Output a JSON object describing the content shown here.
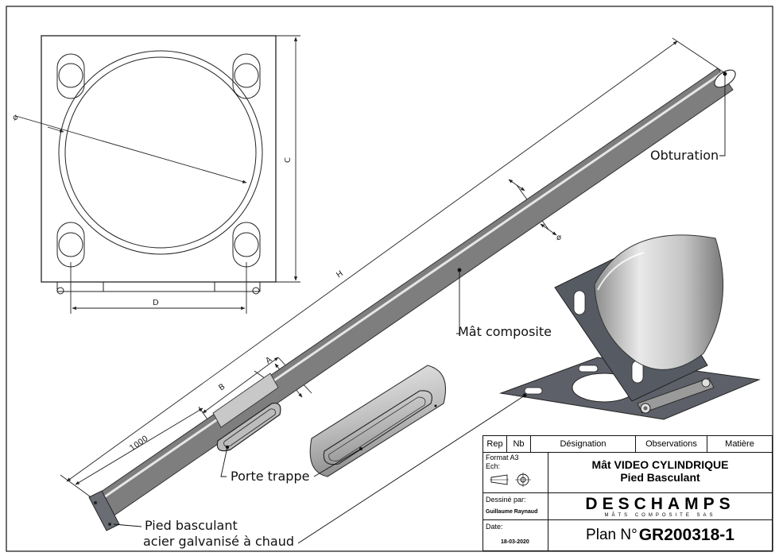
{
  "dimensions": {
    "diameter_top": "ø",
    "c": "C",
    "d": "D",
    "h": "H",
    "diameter_mast": "ø",
    "a": "A",
    "b": "B",
    "length_1000": "1000"
  },
  "callouts": {
    "obturation": "Obturation",
    "mat_composite": "Mât composite",
    "porte_trappe": "Porte trappe",
    "pied_basculant_line1": "Pied basculant",
    "pied_basculant_line2": "acier galvanisé à chaud"
  },
  "title_block": {
    "headers": [
      "Rep",
      "Nb",
      "Désignation",
      "Observations",
      "Matière"
    ],
    "format_label": "Format A3",
    "ech_label": "Ech:",
    "title_line1": "Mât VIDEO CYLINDRIQUE",
    "title_line2": "Pied Basculant",
    "dessine_label": "Dessiné par:",
    "author": "Guillaume Raynaud",
    "date_label": "Date:",
    "date_value": "18-03-2020",
    "company": "DESCHAMPS",
    "company_tagline": "MÂTS COMPOSITE SAS",
    "plan_prefix": "Plan N°",
    "plan_number": "GR200318-1"
  }
}
